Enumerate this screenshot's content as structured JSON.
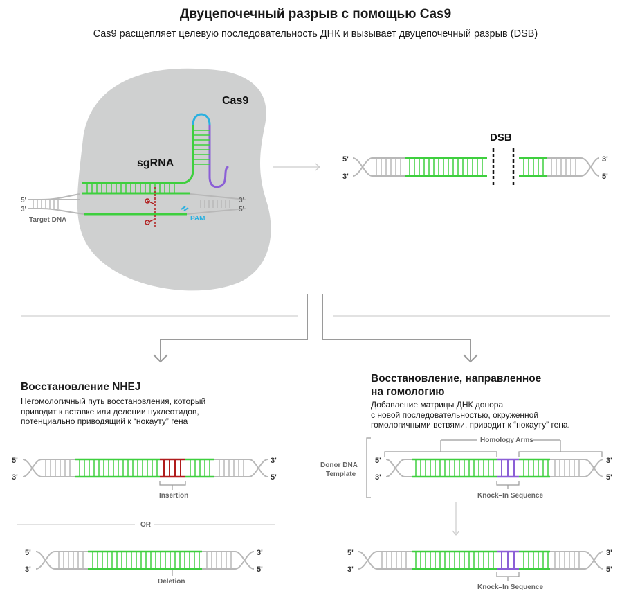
{
  "header": {
    "title": "Двуцепочечный разрыв с помощью Cas9",
    "subtitle": "Cas9 расщепляет целевую последовательность ДНК и вызывает двуцепочечный разрыв (DSB)"
  },
  "cas9_panel": {
    "cas9_label": "Cas9",
    "sgrna_label": "sgRNA",
    "target_dna_label": "Target DNA",
    "pam_label": "PAM",
    "five_prime": "5'",
    "three_prime": "3'"
  },
  "dsb_panel": {
    "dsb_label": "DSB",
    "five_prime": "5'",
    "three_prime": "3'"
  },
  "nhej": {
    "heading": "Восстановление NHEJ",
    "description_lines": [
      "Негомологичный путь восстановления, который",
      "приводит к вставке или делеции нуклеотидов,",
      "потенциально приводящий к “нокауту” гена"
    ],
    "insertion_label": "Insertion",
    "or_label": "OR",
    "deletion_label": "Deletion",
    "five_prime": "5'",
    "three_prime": "3'"
  },
  "hdr": {
    "heading_lines": [
      "Восстановление, направленное",
      "на гомологию"
    ],
    "description_lines": [
      "Добавление матрицы ДНК донора",
      "с новой последовательностью, окруженной",
      "гомологичными ветвями, приводит к “нокауту” гена."
    ],
    "homology_arms_label": "Homology Arms",
    "donor_template_lines": [
      "Donor DNA",
      "Template"
    ],
    "knockin_label": "Knock–In Sequence",
    "five_prime": "5'",
    "three_prime": "3'"
  },
  "colors": {
    "green": "#3ecf3e",
    "gray": "#b8b8b8",
    "red": "#b01c1c",
    "purple": "#8b5fd6",
    "blue": "#2ab0e0",
    "blob": "#cfd0d0"
  }
}
